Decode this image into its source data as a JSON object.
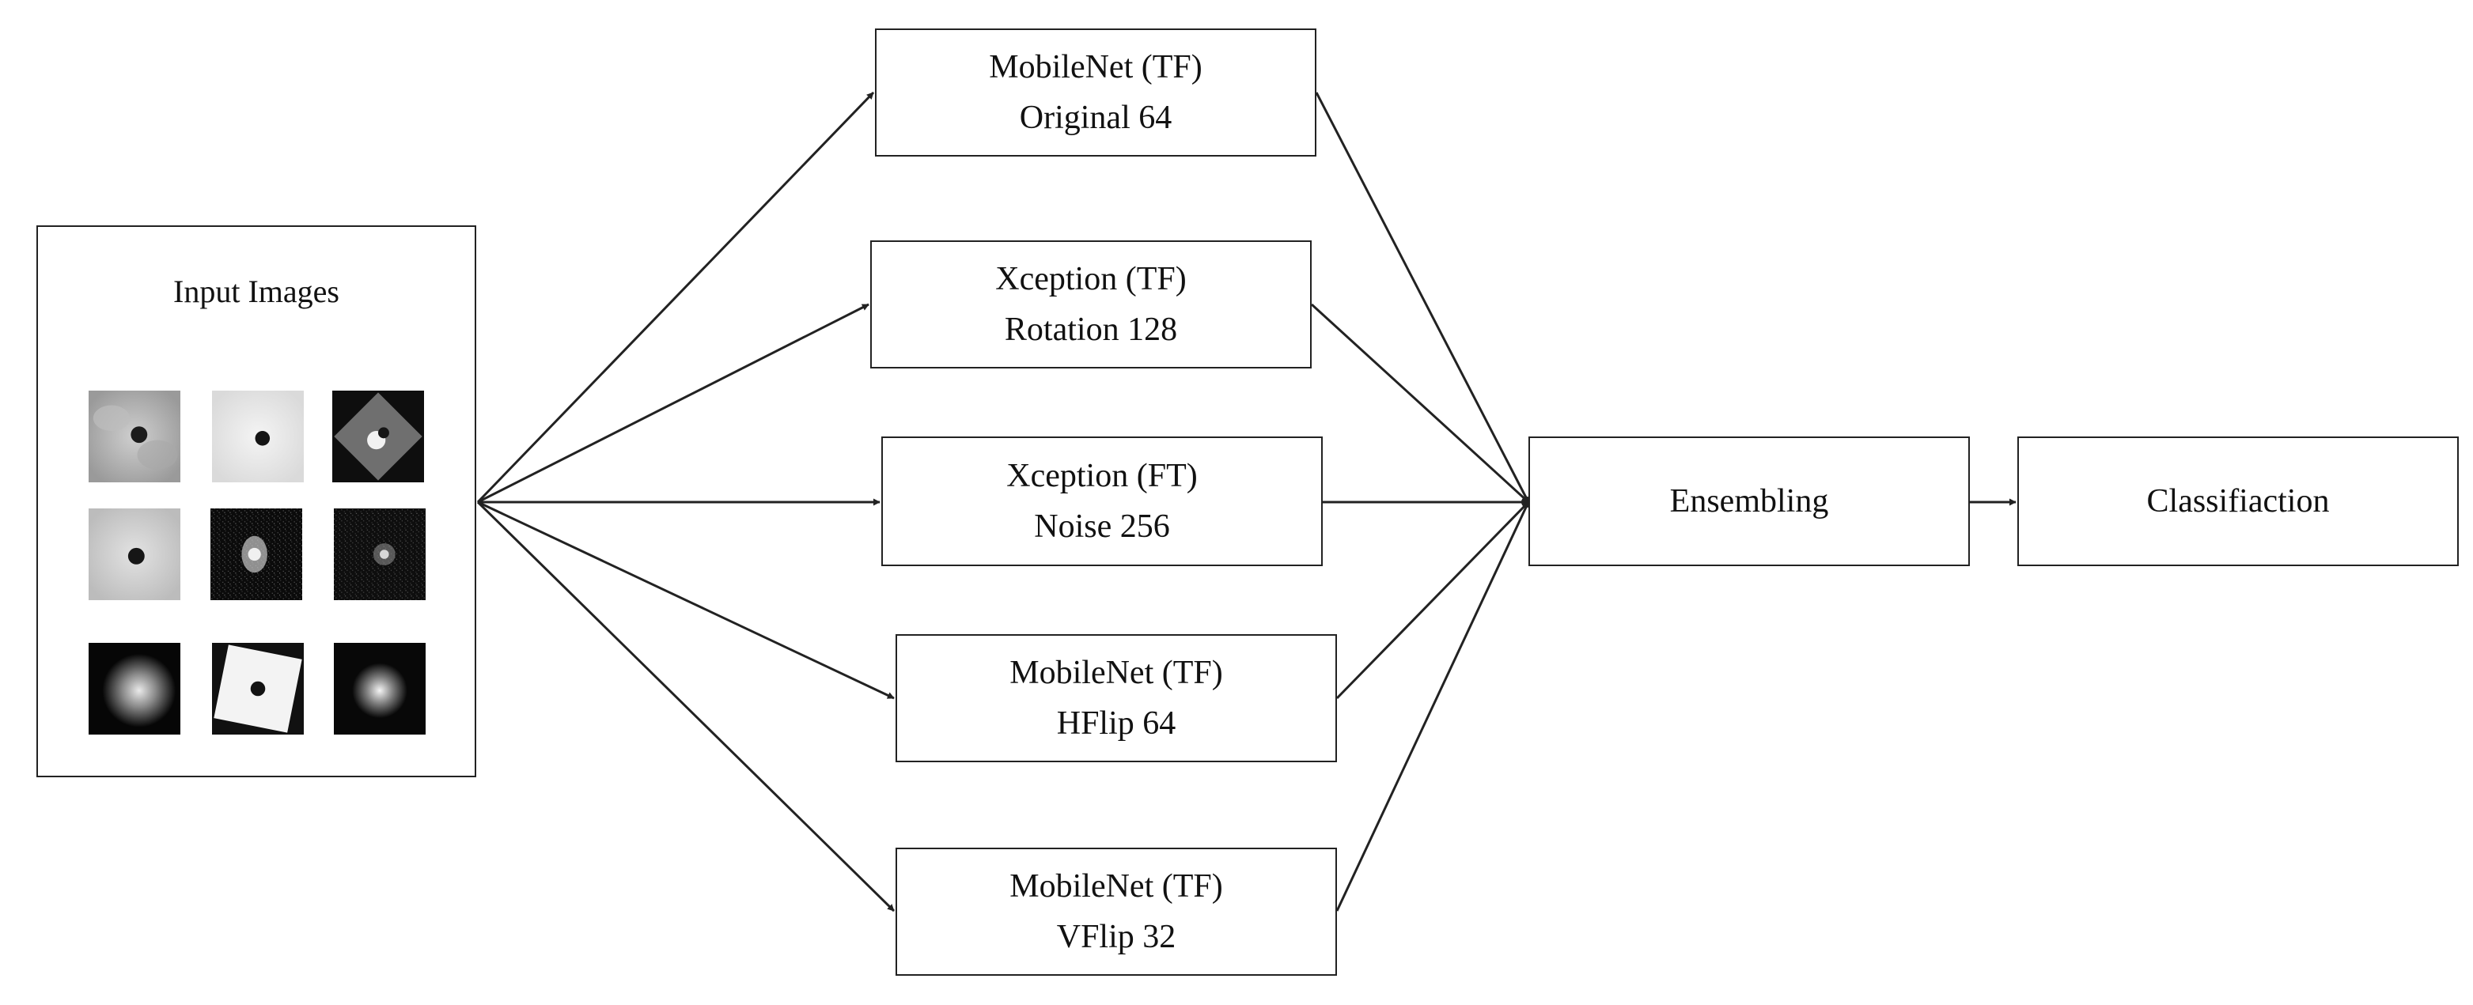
{
  "input_panel": {
    "title": "Input Images",
    "thumbnails": [
      "noisy-gray-dark-spot-icon",
      "light-gray-dark-spot-icon",
      "rotated-gray-square-icon",
      "soft-gray-dark-spot-icon",
      "dark-noise-bright-spot-icon",
      "dark-noise-faint-spot-icon",
      "dark-bright-blob-icon",
      "rotated-light-square-icon",
      "dark-bright-spot-icon"
    ]
  },
  "models": [
    {
      "line1": "MobileNet (TF)",
      "line2": "Original 64"
    },
    {
      "line1": "Xception (TF)",
      "line2": "Rotation 128"
    },
    {
      "line1": "Xception (FT)",
      "line2": "Noise 256"
    },
    {
      "line1": "MobileNet (TF)",
      "line2": "HFlip 64"
    },
    {
      "line1": "MobileNet (TF)",
      "line2": "VFlip 32"
    }
  ],
  "ensembling": {
    "label": "Ensembling"
  },
  "classification": {
    "label": "Classifiaction"
  },
  "colors": {
    "stroke": "#222222",
    "background": "#ffffff"
  }
}
